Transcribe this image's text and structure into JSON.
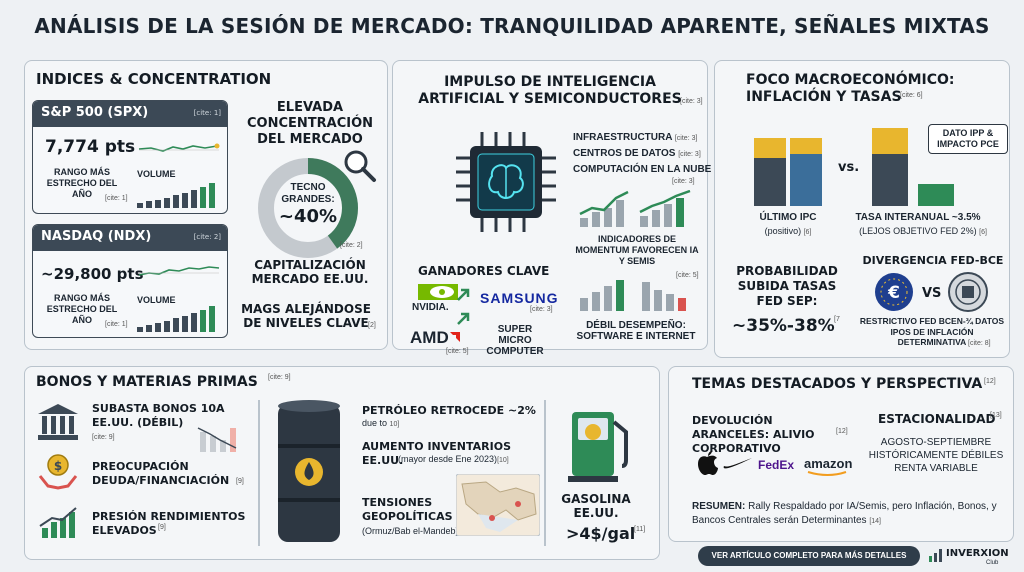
{
  "title": "ANÁLISIS DE LA SESIÓN DE MERCADO: TRANQUILIDAD APARENTE, SEÑALES MIXTAS",
  "indices": {
    "heading": "INDICES & CONCENTRATION",
    "spx": {
      "name": "S&P 500 (SPX)",
      "cite": "[cite: 1]",
      "value": "7,774 pts",
      "range_label": "RANGO MÁS ESTRECHO DEL AÑO",
      "range_cite": "[cite: 1]",
      "volume_label": "VOLUME"
    },
    "ndx": {
      "name": "NASDAQ (NDX)",
      "cite": "[cite: 2]",
      "value": "~29,800 pts",
      "range_label": "RANGO MÁS ESTRECHO DEL AÑO",
      "range_cite": "[cite: 1]",
      "volume_label": "VOLUME"
    },
    "concentration_title": "ELEVADA CONCENTRACIÓN DEL MERCADO",
    "donut_label": "TECNO GRANDES:",
    "donut_value": "~40%",
    "donut_fraction": 0.4,
    "donut_cite": "[cite: 2]",
    "cap_label": "CAPITALIZACIÓN MERCADO EE.UU.",
    "mags_label": "MAGS ALEJÁNDOSE DE NIVELES CLAVE",
    "mags_cite": "[2]"
  },
  "ai": {
    "heading": "IMPULSO DE INTELIGENCIA ARTIFICIAL Y SEMICONDUCTORES",
    "heading_cite": "[cite: 3]",
    "infra": "INFRAESTRUCTURA",
    "infra_cite": "[cite: 3]",
    "datacenters": "CENTROS DE DATOS",
    "datacenters_cite": "[cite: 3]",
    "cloud": "COMPUTACIÓN EN LA NUBE",
    "cloud_cite": "[cite: 3]",
    "momentum": "INDICADORES DE MOMENTUM FAVORECEN IA Y SEMIS",
    "winners": "GANADORES CLAVE",
    "nvidia": "NVIDIA.",
    "samsung": "SAMSUNG",
    "samsung_cite": "[cite: 3]",
    "amd": "AMD",
    "amd_cite": "[cite: 5]",
    "smci": "SUPER MICRO COMPUTER",
    "weak_cite": "[cite: 5]",
    "weak": "DÉBIL DESEMPEÑO: SOFTWARE E INTERNET"
  },
  "macro": {
    "heading": "FOCO MACROECONÓMICO: INFLACIÓN Y TASAS",
    "heading_cite": "[cite: 6]",
    "ipp_label": "DATO IPP & IMPACTO PCE",
    "vs": "vs.",
    "ipc_label": "ÚLTIMO IPC",
    "ipc_sub": "(positivo)",
    "ipc_cite": "[6]",
    "yoy_label": "TASA INTERANUAL ~3.5%",
    "yoy_sub": "(LEJOS OBJETIVO FED 2%)",
    "yoy_cite": "[6]",
    "prob_label": "PROBABILIDAD SUBIDA TASAS FED SEP:",
    "prob_value": "~35%-38%",
    "prob_cite": "[7",
    "divergence": "DIVERGENCIA FED-BCE",
    "vs2": "VS",
    "div_desc": "RESTRICTIVO FED BCEN-¾ DATOS IPOS DE INFLACIÓN DETERMINATIVA",
    "div_cite": "[cite: 8]"
  },
  "bonds": {
    "heading": "BONOS Y MATERIAS PRIMAS",
    "heading_cite": "[cite: 9]",
    "auction": "SUBASTA BONOS 10A EE.UU. (DÉBIL)",
    "auction_cite": "[cite: 9]",
    "debt": "PREOCUPACIÓN DEUDA/FINANCIACIÓN",
    "debt_cite": "[9]",
    "yields": "PRESIÓN RENDIMIENTOS ELEVADOS",
    "yields_cite": "[9]",
    "oil": "PETRÓLEO RETROCEDE ~2%",
    "oil_due": "due to",
    "oil_due_cite": "10]",
    "inventories": "AUMENTO INVENTARIOS EE.UU.",
    "inventories_sub": "(mayor desde Ene 2023)",
    "inventories_cite": "[10]",
    "tensions": "TENSIONES GEOPOLÍTICAS",
    "tensions_sub": "(Ormuz/Bab el-Mandeb)",
    "gas": "GASOLINA EE.UU.",
    "gas_value": ">4$/gal",
    "gas_cite": "[11]"
  },
  "themes": {
    "heading": "TEMAS DESTACADOS Y PERSPECTIVA",
    "heading_cite": "[12]",
    "tariffs": "DEVOLUCIÓN ARANCELES: ALIVIO CORPORATIVO",
    "tariffs_cite": "[12]",
    "fedex": "FedEx",
    "amazon": "amazon",
    "seasonality": "ESTACIONALIDAD",
    "seasonality_cite": "[13]",
    "seasonality_desc": "AGOSTO-SEPTIEMBRE HISTÓRICAMENTE DÉBILES RENTA VARIABLE",
    "summary_label": "RESUMEN:",
    "summary": "Rally Respaldado por IA/Semis, pero Inflación, Bonos, y Bancos Centrales serán Determinantes",
    "summary_cite": "[14]"
  },
  "footer": {
    "button": "VER ARTÍCULO COMPLETO PARA MÁS DETALLES",
    "brand": "INVERXION",
    "brand_sub": "Club"
  },
  "colors": {
    "dark": "#3c4956",
    "green": "#2e8b57",
    "yellow": "#e8b62e",
    "blue": "#3b6e9a",
    "red": "#d9534f",
    "nvidia_green": "#76b900",
    "amd_red": "#e2231a",
    "samsung_blue": "#1428a0",
    "fedex_purple": "#4d148c",
    "fedex_orange": "#ff6600"
  }
}
